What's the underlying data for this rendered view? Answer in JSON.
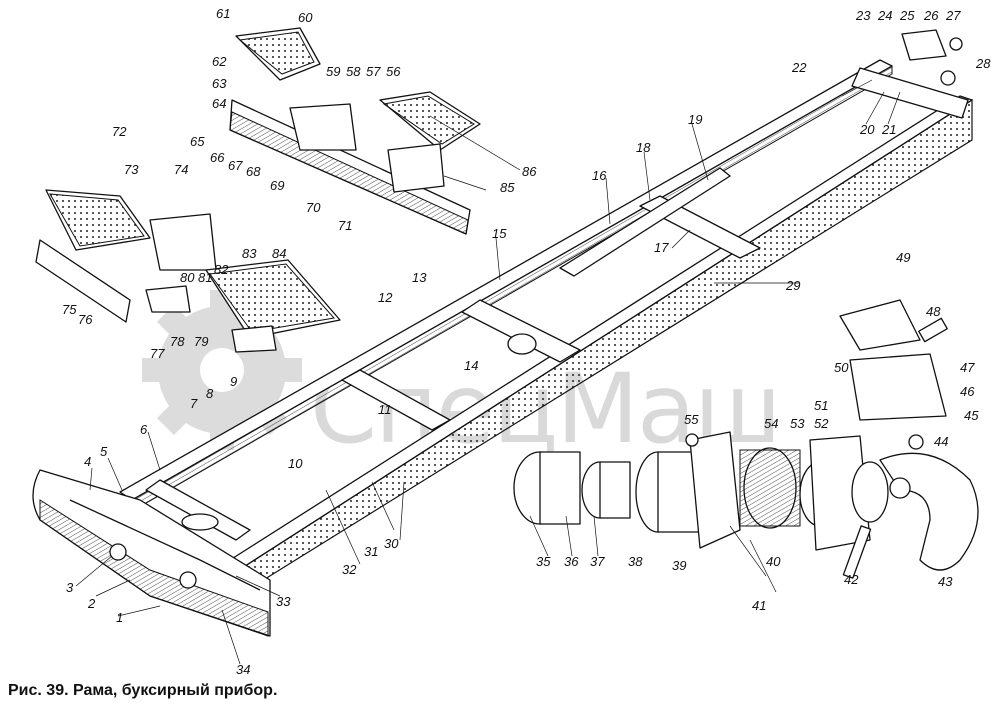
{
  "caption": "Рис. 39. Рама, буксирный прибор.",
  "watermark": "СпецМаш",
  "callouts": [
    "1",
    "2",
    "3",
    "4",
    "5",
    "6",
    "7",
    "8",
    "9",
    "10",
    "11",
    "12",
    "13",
    "14",
    "15",
    "16",
    "17",
    "18",
    "19",
    "20",
    "21",
    "22",
    "23",
    "24",
    "25",
    "26",
    "27",
    "28",
    "29",
    "30",
    "31",
    "32",
    "33",
    "34",
    "35",
    "36",
    "37",
    "38",
    "39",
    "40",
    "41",
    "42",
    "43",
    "44",
    "45",
    "46",
    "47",
    "48",
    "49",
    "50",
    "51",
    "52",
    "53",
    "54",
    "55",
    "56",
    "57",
    "58",
    "59",
    "60",
    "61",
    "62",
    "63",
    "64",
    "65",
    "66",
    "67",
    "68",
    "69",
    "70",
    "71",
    "72",
    "73",
    "74",
    "75",
    "76",
    "77",
    "78",
    "79",
    "80",
    "81",
    "82",
    "83",
    "84",
    "85",
    "86"
  ],
  "colors": {
    "ink": "#111111",
    "watermark": "#d9d9d9",
    "background": "#ffffff"
  }
}
